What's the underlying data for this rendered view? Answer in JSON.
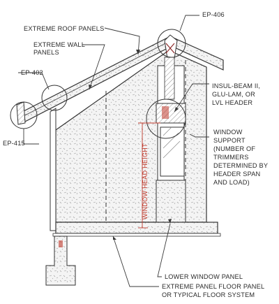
{
  "labels": {
    "roof_panels": "EXTREME ROOF PANELS",
    "wall_panels_1": "EXTREME WALL",
    "wall_panels_2": "PANELS",
    "ep402": "EP-402",
    "ep406": "EP-406",
    "ep415": "EP-415",
    "header_1": "INSUL-BEAM II,",
    "header_2": "GLU-LAM, OR",
    "header_3": "LVL HEADER",
    "support_1": "WINDOW",
    "support_2": "SUPPORT",
    "support_3": "(NUMBER OF",
    "support_4": "TRIMMERS",
    "support_5": "DETERMINED BY",
    "support_6": "HEADER SPAN",
    "support_7": "AND LOAD)",
    "window_head_height": "WINDOW HEAD HEIGHT",
    "lower_window_panel": "LOWER WINDOW PANEL",
    "floor_1": "EXTREME PANEL FLOOR PANEL",
    "floor_2": "OR TYPICAL FLOOR SYSTEM"
  },
  "colors": {
    "line": "#3a3a3a",
    "dimension": "#c0392b",
    "leader": "#b03a2e",
    "text": "#2a2a2a"
  }
}
